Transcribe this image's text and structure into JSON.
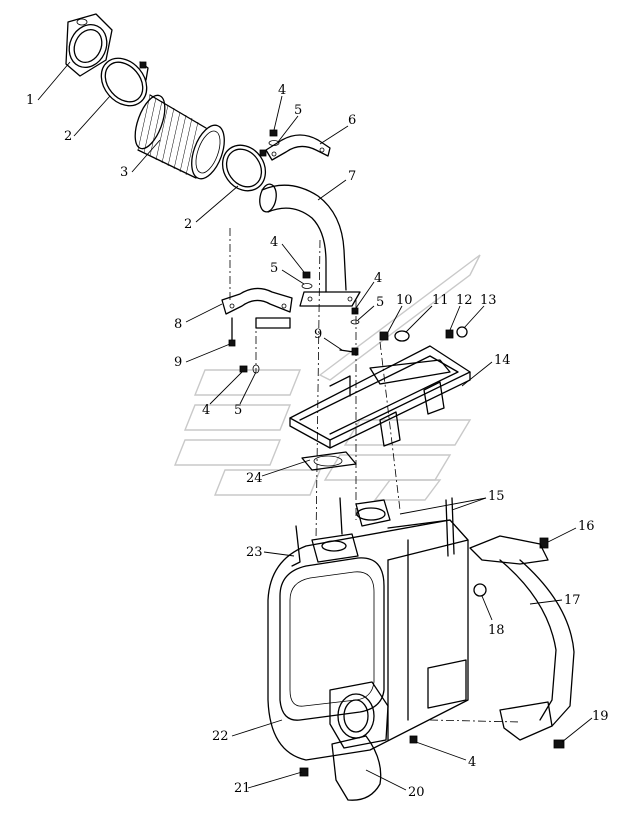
{
  "diagram": {
    "callouts": [
      {
        "id": "c1",
        "text": "1"
      },
      {
        "id": "c2a",
        "text": "2"
      },
      {
        "id": "c3",
        "text": "3"
      },
      {
        "id": "c2b",
        "text": "2"
      },
      {
        "id": "c4a",
        "text": "4"
      },
      {
        "id": "c5a",
        "text": "5"
      },
      {
        "id": "c6",
        "text": "6"
      },
      {
        "id": "c7",
        "text": "7"
      },
      {
        "id": "c4b",
        "text": "4"
      },
      {
        "id": "c5b",
        "text": "5"
      },
      {
        "id": "c4c",
        "text": "4"
      },
      {
        "id": "c5c",
        "text": "5"
      },
      {
        "id": "c10",
        "text": "10"
      },
      {
        "id": "c11",
        "text": "11"
      },
      {
        "id": "c12",
        "text": "12"
      },
      {
        "id": "c13",
        "text": "13"
      },
      {
        "id": "c8",
        "text": "8"
      },
      {
        "id": "c9a",
        "text": "9"
      },
      {
        "id": "c9b",
        "text": "9"
      },
      {
        "id": "c14",
        "text": "14"
      },
      {
        "id": "c4d",
        "text": "4"
      },
      {
        "id": "c5d",
        "text": "5"
      },
      {
        "id": "c24",
        "text": "24"
      },
      {
        "id": "c15",
        "text": "15"
      },
      {
        "id": "c16",
        "text": "16"
      },
      {
        "id": "c23",
        "text": "23"
      },
      {
        "id": "c17",
        "text": "17"
      },
      {
        "id": "c18",
        "text": "18"
      },
      {
        "id": "c19",
        "text": "19"
      },
      {
        "id": "c22",
        "text": "22"
      },
      {
        "id": "c4e",
        "text": "4"
      },
      {
        "id": "c21",
        "text": "21"
      },
      {
        "id": "c20",
        "text": "20"
      }
    ]
  }
}
